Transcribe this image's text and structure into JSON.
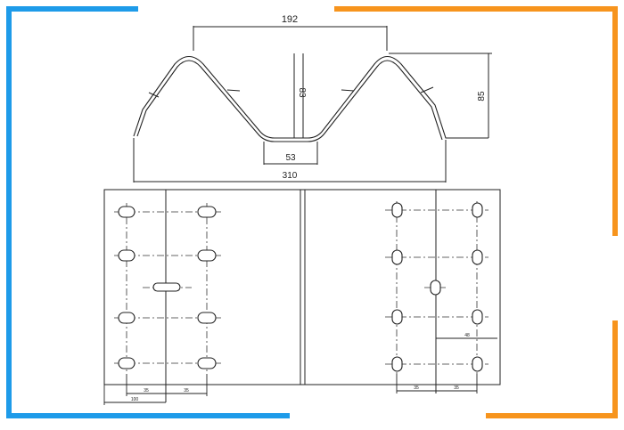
{
  "accent": {
    "left_color": "#1e9be9",
    "right_color": "#f7941d"
  },
  "profile": {
    "dims": {
      "crest_pitch": "192",
      "inner_depth": "83",
      "overall_height": "85",
      "valley_width": "53",
      "overall_width": "310"
    }
  },
  "plan": {
    "dims": {
      "left_sub_a": "35",
      "left_sub_b": "35",
      "left_total": "100",
      "right_sub_a": "35",
      "right_sub_b": "35",
      "right_side": "48"
    }
  }
}
